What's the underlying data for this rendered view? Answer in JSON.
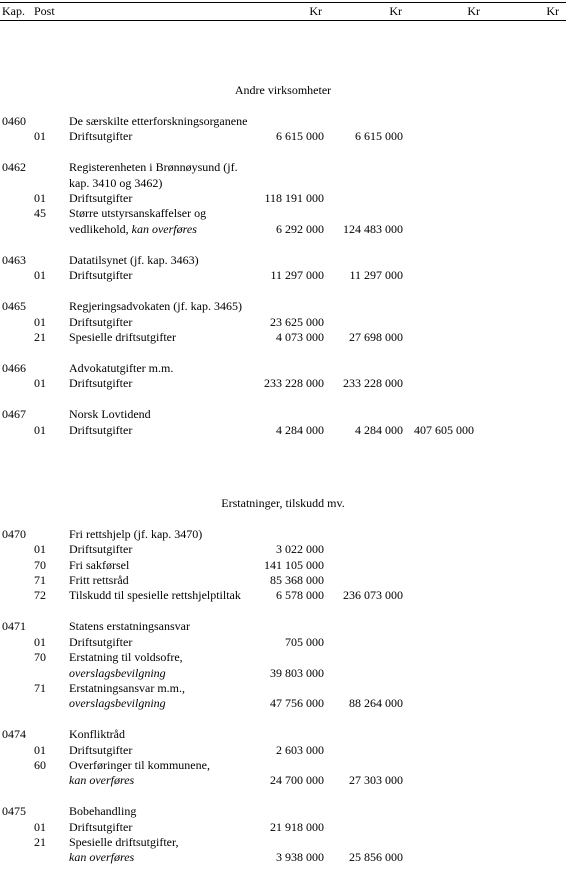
{
  "header": {
    "kap": "Kap.",
    "post": "Post",
    "kr1": "Kr",
    "kr2": "Kr",
    "kr3": "Kr",
    "kr4": "Kr"
  },
  "sections": [
    {
      "title": "Andre virksomheter",
      "kapitler": [
        {
          "kap": "0460",
          "name": [
            "De særskilte etterforskningsorganene"
          ],
          "posts": [
            {
              "post": "01",
              "lines": [
                "Driftsutgifter"
              ],
              "italic_line": null,
              "amount": "6 615 000"
            }
          ],
          "total": "6 615 000",
          "grand_total": null
        },
        {
          "kap": "0462",
          "name": [
            "Registerenheten i Brønnøysund (jf.",
            "kap. 3410 og 3462)"
          ],
          "posts": [
            {
              "post": "01",
              "lines": [
                "Driftsutgifter"
              ],
              "amount": "118 191 000"
            },
            {
              "post": "45",
              "lines": [
                "Større utstyrsanskaffelser og",
                "vedlikehold, "
              ],
              "italic_suffix": "kan overføres",
              "amount": "6 292 000"
            }
          ],
          "total": "124 483 000",
          "grand_total": null
        },
        {
          "kap": "0463",
          "name": [
            "Datatilsynet (jf. kap. 3463)"
          ],
          "posts": [
            {
              "post": "01",
              "lines": [
                "Driftsutgifter"
              ],
              "amount": "11 297 000"
            }
          ],
          "total": "11 297 000",
          "grand_total": null
        },
        {
          "kap": "0465",
          "name": [
            "Regjeringsadvokaten (jf. kap. 3465)"
          ],
          "posts": [
            {
              "post": "01",
              "lines": [
                "Driftsutgifter"
              ],
              "amount": "23 625 000"
            },
            {
              "post": "21",
              "lines": [
                "Spesielle driftsutgifter"
              ],
              "amount": "4 073 000"
            }
          ],
          "total": "27 698 000",
          "grand_total": null
        },
        {
          "kap": "0466",
          "name": [
            "Advokatutgifter m.m."
          ],
          "posts": [
            {
              "post": "01",
              "lines": [
                "Driftsutgifter"
              ],
              "amount": "233 228 000"
            }
          ],
          "total": "233 228 000",
          "grand_total": null
        },
        {
          "kap": "0467",
          "name": [
            "Norsk Lovtidend"
          ],
          "posts": [
            {
              "post": "01",
              "lines": [
                "Driftsutgifter"
              ],
              "amount": "4 284 000"
            }
          ],
          "total": "4 284 000",
          "grand_total": "407 605 000"
        }
      ]
    },
    {
      "title": "Erstatninger, tilskudd mv.",
      "kapitler": [
        {
          "kap": "0470",
          "name": [
            "Fri rettshjelp (jf. kap. 3470)"
          ],
          "posts": [
            {
              "post": "01",
              "lines": [
                "Driftsutgifter"
              ],
              "amount": "3 022 000"
            },
            {
              "post": "70",
              "lines": [
                "Fri sakførsel"
              ],
              "amount": "141 105 000"
            },
            {
              "post": "71",
              "lines": [
                "Fritt rettsråd"
              ],
              "amount": "85 368 000"
            },
            {
              "post": "72",
              "lines": [
                "Tilskudd til spesielle rettshjelptiltak"
              ],
              "amount": "6 578 000"
            }
          ],
          "total": "236 073 000",
          "grand_total": null
        },
        {
          "kap": "0471",
          "name": [
            "Statens erstatningsansvar"
          ],
          "posts": [
            {
              "post": "01",
              "lines": [
                "Driftsutgifter"
              ],
              "amount": "705 000"
            },
            {
              "post": "70",
              "lines": [
                "Erstatning til voldsofre,"
              ],
              "italic_line": "overslagsbevilgning",
              "amount": "39 803 000"
            },
            {
              "post": "71",
              "lines": [
                "Erstatningsansvar m.m.,"
              ],
              "italic_line": "overslagsbevilgning",
              "amount": "47 756 000"
            }
          ],
          "total": "88 264 000",
          "grand_total": null
        },
        {
          "kap": "0474",
          "name": [
            "Konfliktråd"
          ],
          "posts": [
            {
              "post": "01",
              "lines": [
                "Driftsutgifter"
              ],
              "amount": "2 603 000"
            },
            {
              "post": "60",
              "lines": [
                "Overføringer til kommunene,"
              ],
              "italic_line": "kan overføres",
              "amount": "24 700 000"
            }
          ],
          "total": "27 303 000",
          "grand_total": null
        },
        {
          "kap": "0475",
          "name": [
            "Bobehandling"
          ],
          "posts": [
            {
              "post": "01",
              "lines": [
                "Driftsutgifter"
              ],
              "amount": "21 918 000"
            },
            {
              "post": "21",
              "lines": [
                "Spesielle driftsutgifter,"
              ],
              "italic_line": "kan overføres",
              "amount": "3 938 000"
            }
          ],
          "total": "25 856 000",
          "grand_total": null
        }
      ]
    }
  ]
}
